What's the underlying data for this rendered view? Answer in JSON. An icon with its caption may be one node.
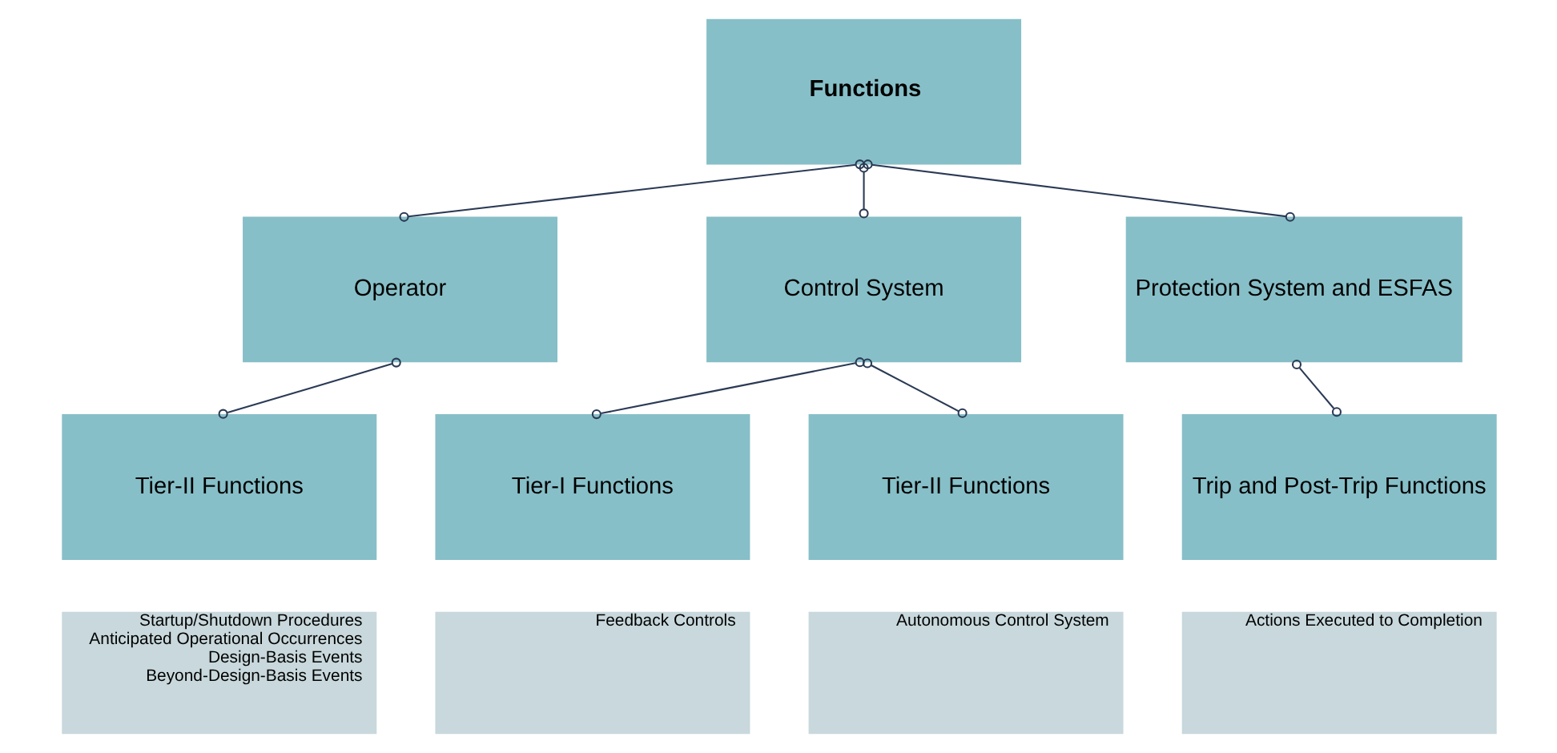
{
  "diagram": {
    "nodes": [
      {
        "text": [
          "Functions"
        ]
      },
      {
        "text": [
          "Operator"
        ]
      },
      {
        "text": [
          "Control System"
        ]
      },
      {
        "text": [
          "Protection System and ESFAS"
        ]
      },
      {
        "text": [
          "Tier-II Functions"
        ]
      },
      {
        "text": [
          "Tier-I Functions"
        ]
      },
      {
        "text": [
          "Tier-II Functions"
        ]
      },
      {
        "text": [
          "Trip and Post-Trip Functions"
        ]
      },
      {
        "text": [
          "Startup/Shutdown Procedures",
          "Anticipated Operational Occurrences",
          "Design-Basis Events",
          "Beyond-Design-Basis Events"
        ]
      },
      {
        "text": [
          "Feedback Controls"
        ]
      },
      {
        "text": [
          "Autonomous Control System"
        ]
      },
      {
        "text": [
          "Actions Executed to Completion"
        ]
      }
    ],
    "edges": [
      {
        "from": 0,
        "to": 1,
        "arrow": "other"
      },
      {
        "from": 0,
        "to": 2,
        "arrow": "other"
      },
      {
        "from": 0,
        "to": 3,
        "arrow": "other"
      },
      {
        "from": 1,
        "to": 4,
        "arrow": "other"
      },
      {
        "from": 2,
        "to": 5,
        "arrow": "other"
      },
      {
        "from": 2,
        "to": 6,
        "arrow": "other"
      },
      {
        "from": 3,
        "to": 7,
        "arrow": "other"
      }
    ]
  }
}
